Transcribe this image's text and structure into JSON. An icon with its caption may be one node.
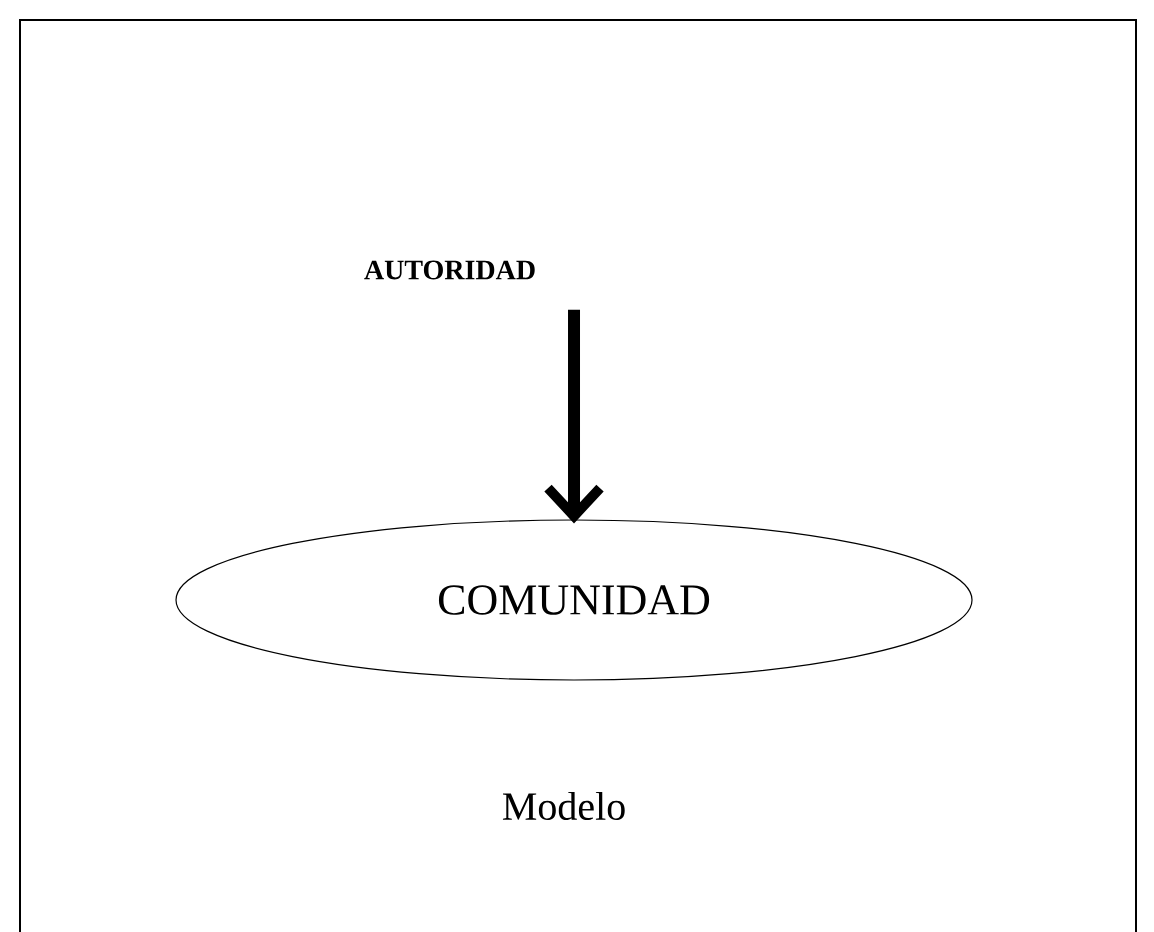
{
  "diagram": {
    "nodes": [
      {
        "text": [
          "AUTORIDAD"
        ]
      },
      {
        "text": [
          "COMUNIDAD"
        ]
      }
    ],
    "edges": [
      {
        "from": 0,
        "to": 1,
        "arrow": "to"
      }
    ],
    "labels": [
      "Modelo"
    ]
  }
}
